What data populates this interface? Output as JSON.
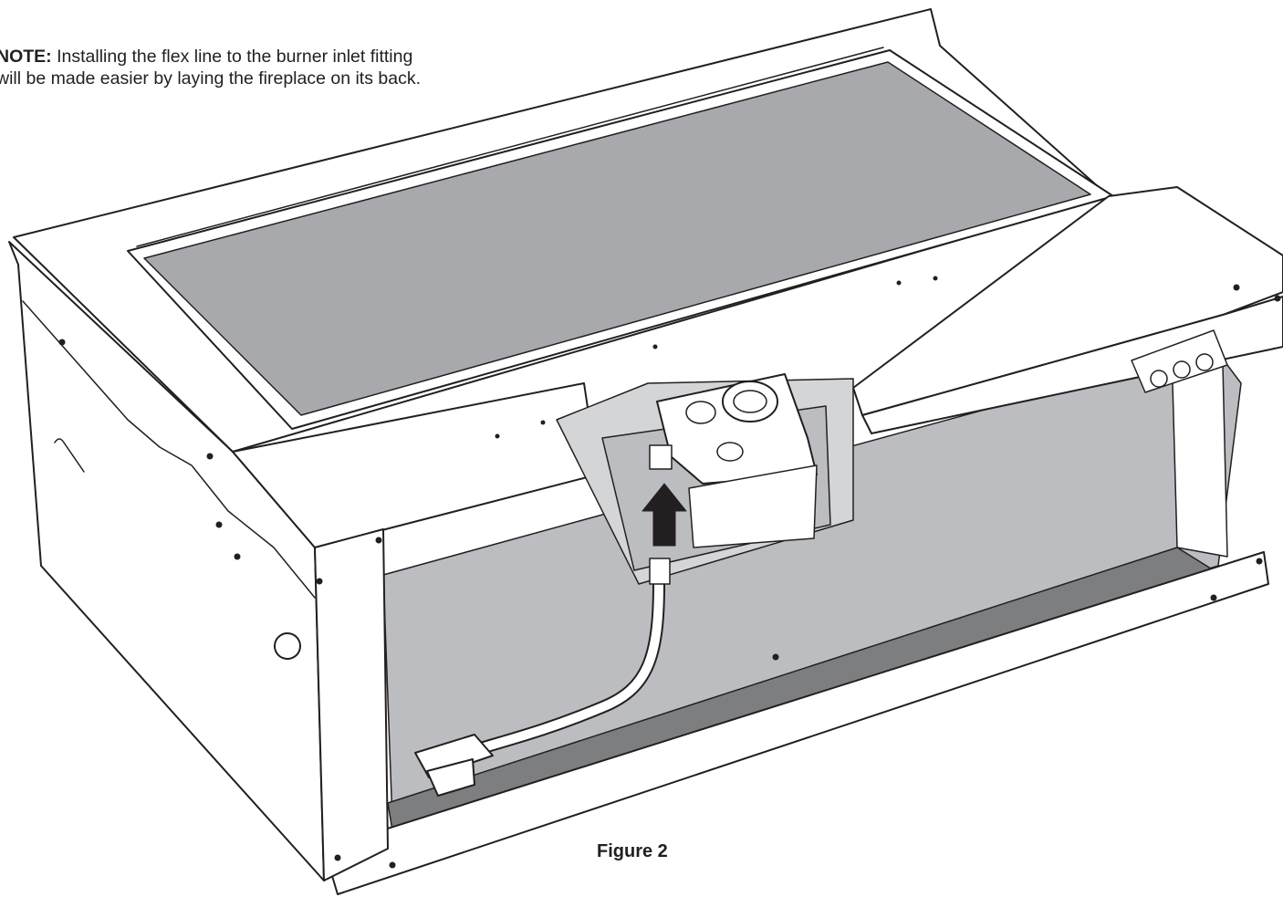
{
  "note": {
    "label": "NOTE:",
    "text": " Installing the flex line to the burner inlet fitting will be made easier by laying the fireplace on its back."
  },
  "figure": {
    "caption": "Figure 2"
  },
  "colors": {
    "line": "#231f20",
    "panel_grey": "#bcbdc0",
    "glass_grey": "#a8a9ad",
    "dark_grey": "#58595b",
    "white": "#ffffff"
  }
}
